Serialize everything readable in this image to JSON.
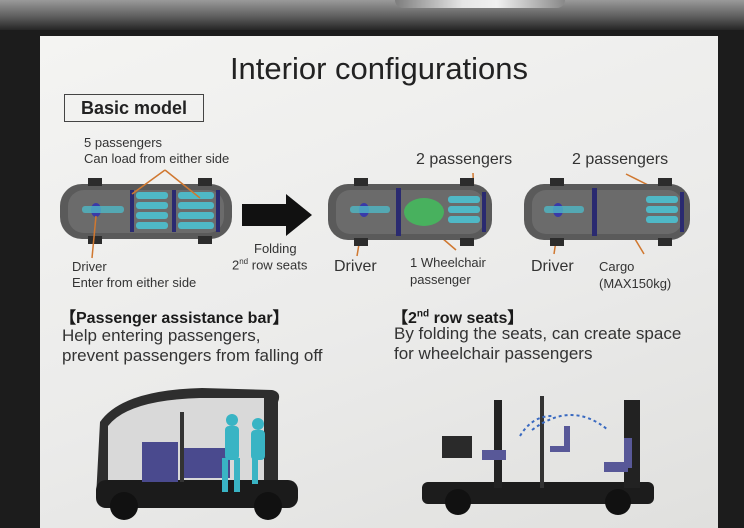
{
  "slide": {
    "title": "Interior configurations",
    "basic_model_label": "Basic model"
  },
  "layout_basic": {
    "passengers_label": "5 passengers",
    "load_note": "Can load from either side",
    "driver_label": "Driver",
    "driver_note": "Enter from either side"
  },
  "arrow_caption": {
    "line1": "Folding",
    "line2_prefix": "2",
    "line2_sup": "nd",
    "line2_suffix": " row seats"
  },
  "layout_wheelchair": {
    "passengers_label": "2 passengers",
    "driver_label": "Driver",
    "wheelchair_line1": "1 Wheelchair",
    "wheelchair_line2": "passenger"
  },
  "layout_cargo": {
    "passengers_label": "2 passengers",
    "driver_label": "Driver",
    "cargo_line1": "Cargo",
    "cargo_line2": "(MAX150kg)"
  },
  "assistance_bar": {
    "heading": "【Passenger assistance bar】",
    "line1": "Help entering passengers,",
    "line2": "prevent passengers from falling off"
  },
  "second_row": {
    "heading_prefix": "【2",
    "heading_sup": "nd",
    "heading_suffix": " row seats】",
    "line1": "By folding the seats, can create space",
    "line2": "for wheelchair passengers"
  },
  "colors": {
    "seat": "#4fb8c6",
    "wheelchair_zone": "#3cc85a",
    "driver": "#3a3aa8",
    "callout_line": "#d07830",
    "vehicle_body": "#5a5a5a"
  }
}
